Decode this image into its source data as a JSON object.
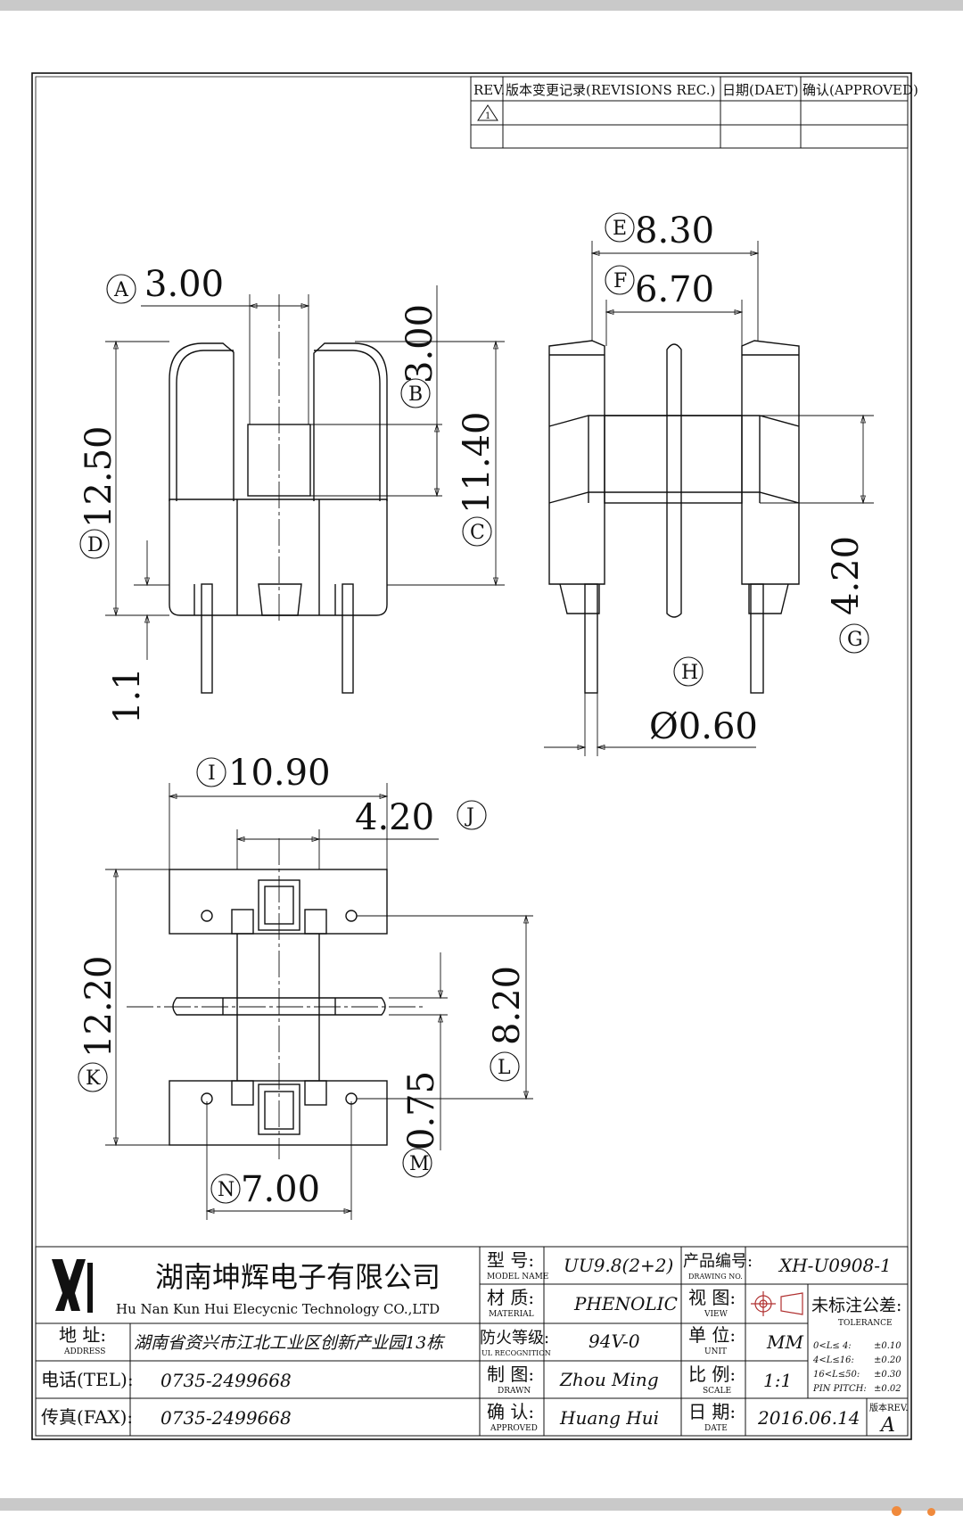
{
  "revision_table": {
    "headers": [
      "REV.",
      "版本变更记录(REVISIONS REC.)",
      "日期(DAET)",
      "确认(APPROVED)"
    ],
    "rev_symbol": "1"
  },
  "dimensions": {
    "A": {
      "letter": "A",
      "value": "3.00"
    },
    "B": {
      "letter": "B",
      "value": "3.00"
    },
    "C": {
      "letter": "C",
      "value": "11.40"
    },
    "D": {
      "letter": "D",
      "value": "12.50"
    },
    "E": {
      "letter": "E",
      "value": "8.30"
    },
    "F": {
      "letter": "F",
      "value": "6.70"
    },
    "G": {
      "letter": "G",
      "value": "4.20"
    },
    "H": {
      "letter": "H",
      "value": "Ø0.60"
    },
    "I": {
      "letter": "I",
      "value": "10.90"
    },
    "J": {
      "letter": "J",
      "value": "4.20"
    },
    "K": {
      "letter": "K",
      "value": "12.20"
    },
    "L": {
      "letter": "L",
      "value": "8.20"
    },
    "M": {
      "letter": "M",
      "value": "0.75"
    },
    "N": {
      "letter": "N",
      "value": "7.00"
    },
    "pin": {
      "value": "1.1"
    }
  },
  "title_block": {
    "company_cn": "湖南坤辉电子有限公司",
    "company_en": "Hu Nan Kun Hui Elecycnic Technology CO.,LTD",
    "address_label": "地 址:",
    "address_label_en": "ADDRESS",
    "address": "湖南省资兴市江北工业区创新产业园13栋",
    "tel_label": "电话(TEL):",
    "tel": "0735-2499668",
    "fax_label": "传真(FAX):",
    "fax": "0735-2499668",
    "model_label": "型 号:",
    "model_label_en": "MODEL NAME",
    "model": "UU9.8(2+2)",
    "material_label": "材 质:",
    "material_label_en": "MATERIAL",
    "material": "PHENOLIC",
    "ul_label": "防火等级:",
    "ul_label_en": "UL RECOGNITION",
    "ul": "94V-0",
    "drawn_label": "制 图:",
    "drawn_label_en": "DRAWN",
    "drawn": "Zhou Ming",
    "approved_label": "确 认:",
    "approved_label_en": "APPROVED",
    "approved": "Huang Hui",
    "drawing_no_label": "产品编号:",
    "drawing_no_label_en": "DRAWING NO.",
    "drawing_no": "XH-U0908-1",
    "view_label": "视 图:",
    "view_label_en": "VIEW",
    "unit_label": "单 位:",
    "unit_label_en": "UNIT",
    "unit": "MM",
    "scale_label": "比 例:",
    "scale_label_en": "SCALE",
    "scale": "1:1",
    "date_label": "日 期:",
    "date_label_en": "DATE",
    "date": "2016.06.14",
    "tolerance_label": "未标注公差:",
    "tolerance_label_en": "TOLERANCE",
    "tolerances": [
      {
        "range": "0<L≤ 4:",
        "value": "±0.10"
      },
      {
        "range": "4<L≤16:",
        "value": "±0.20"
      },
      {
        "range": "16<L≤50:",
        "value": "±0.30"
      },
      {
        "range": "PIN PITCH:",
        "value": "±0.02"
      }
    ],
    "rev_label": "版本REV.",
    "rev": "A"
  },
  "colors": {
    "line": "#111111",
    "band": "#c9c9c9",
    "accent": "#f08a3c"
  }
}
